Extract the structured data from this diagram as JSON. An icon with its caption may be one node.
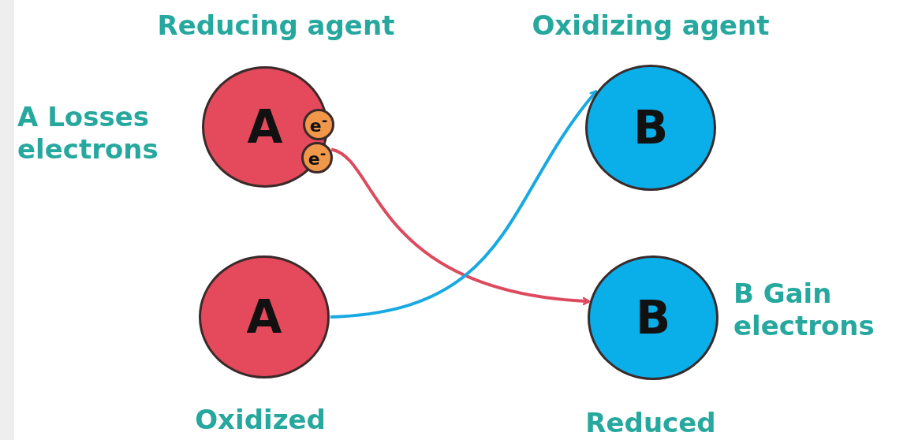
{
  "diagram": {
    "nodes": [
      {
        "text": [
          "A"
        ],
        "beside": [
          "Reducing agent",
          "A Losses electrons"
        ]
      },
      {
        "text": [
          "e$^{-}$"
        ]
      },
      {
        "text": [
          "e$^{-}$"
        ]
      },
      {
        "text": [
          "B"
        ],
        "beside": [
          "Oxidizing agent"
        ]
      },
      {
        "text": [
          "A"
        ],
        "beside": [
          "Oxidized"
        ]
      },
      {
        "text": [
          "B"
        ],
        "beside": [
          "B Gain electrons",
          "Reduced"
        ]
      }
    ],
    "edges": [
      {
        "from": 2,
        "to": 5,
        "arrow": "to",
        "color": "#dd4a5e"
      },
      {
        "from": 4,
        "to": 3,
        "arrow": "to",
        "color": "#17a9e1"
      }
    ]
  }
}
